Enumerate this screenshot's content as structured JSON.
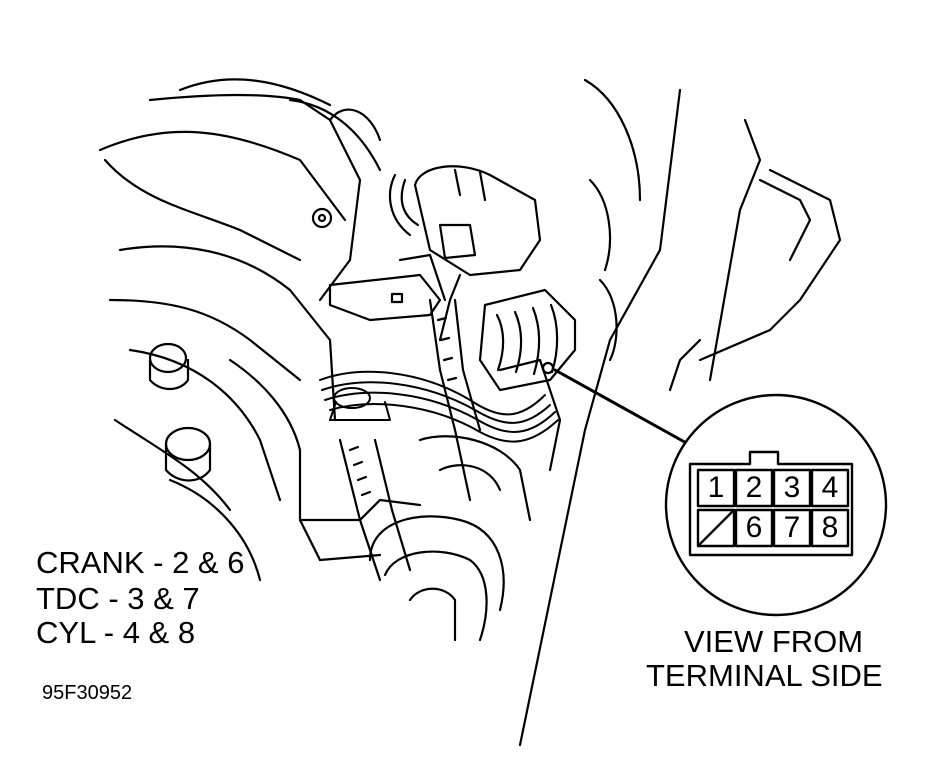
{
  "legend": {
    "crank": "CRANK - 2 & 6",
    "tdc": "TDC - 3 & 7",
    "cyl": "CYL - 4 & 8"
  },
  "inset": {
    "caption_line1": "VIEW FROM",
    "caption_line2": "TERMINAL SIDE",
    "pins": [
      "1",
      "2",
      "3",
      "4",
      "6",
      "7",
      "8"
    ]
  },
  "figure_id": "95F30952"
}
